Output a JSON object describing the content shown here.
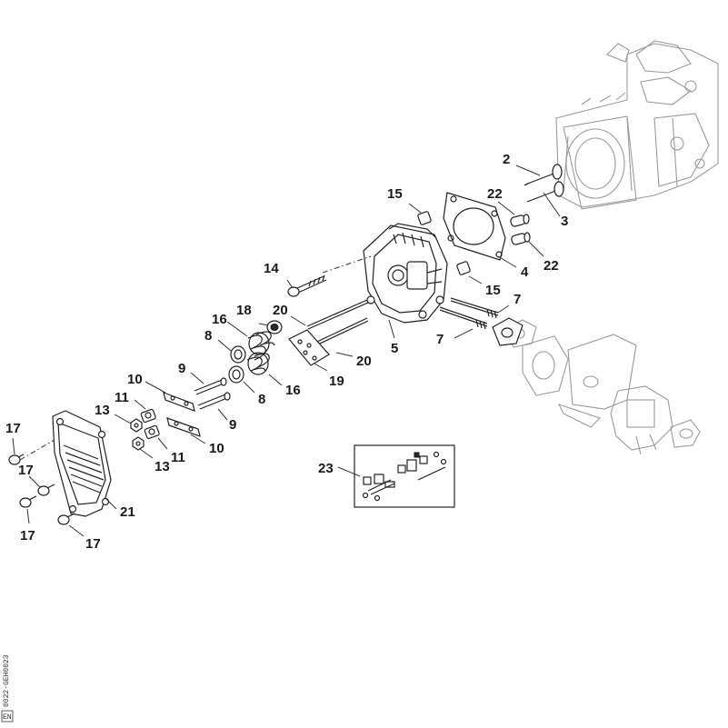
{
  "diagram": {
    "callouts": [
      "2",
      "3",
      "4",
      "5",
      "7",
      "7",
      "8",
      "8",
      "9",
      "9",
      "10",
      "10",
      "11",
      "11",
      "13",
      "13",
      "14",
      "15",
      "15",
      "16",
      "16",
      "17",
      "17",
      "17",
      "17",
      "18",
      "19",
      "20",
      "20",
      "21",
      "22",
      "22",
      "23"
    ],
    "reference_code": "0022-GEH0023",
    "stamp": "EN"
  }
}
